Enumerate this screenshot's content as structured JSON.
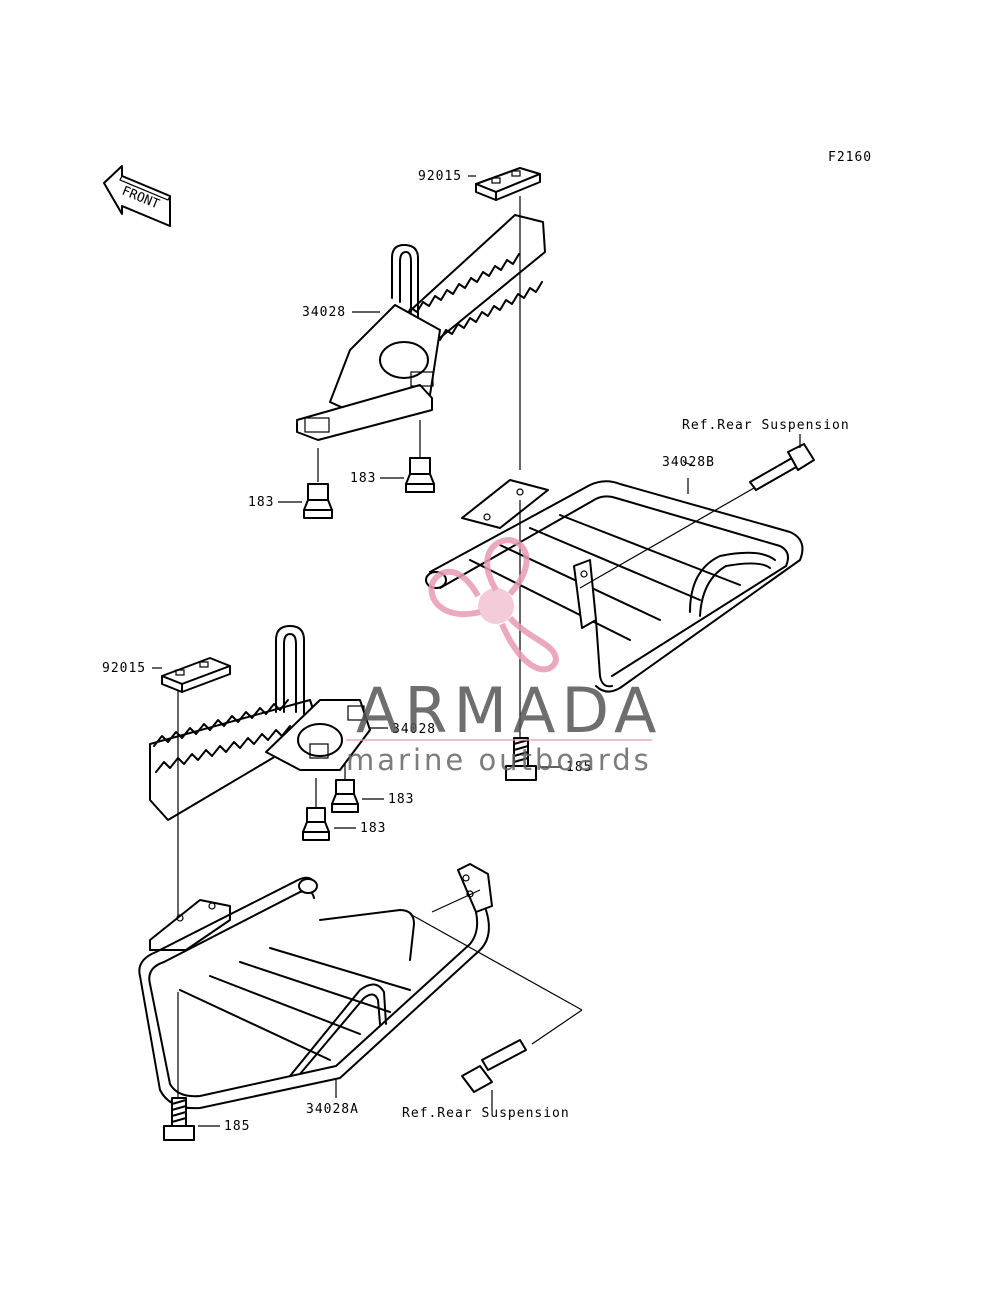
{
  "figure_code": "F2160",
  "front_label": "FRONT",
  "callouts": {
    "step_cap_upper": "92015",
    "step_cap_lower": "92015",
    "footpeg_upper": "34028",
    "footpeg_lower": "34028",
    "nut_upper_left": "183",
    "nut_upper_right": "183",
    "nut_lower_a": "183",
    "nut_lower_b": "183",
    "bolt_right": "185",
    "bolt_left": "185",
    "guard_right": "34028B",
    "guard_left": "34028A",
    "ref_upper": "Ref.Rear Suspension",
    "ref_lower": "Ref.Rear Suspension"
  },
  "watermark": {
    "brand": "ARMADA",
    "tagline": "marine outboards",
    "accent_color": "#e89ab4"
  }
}
